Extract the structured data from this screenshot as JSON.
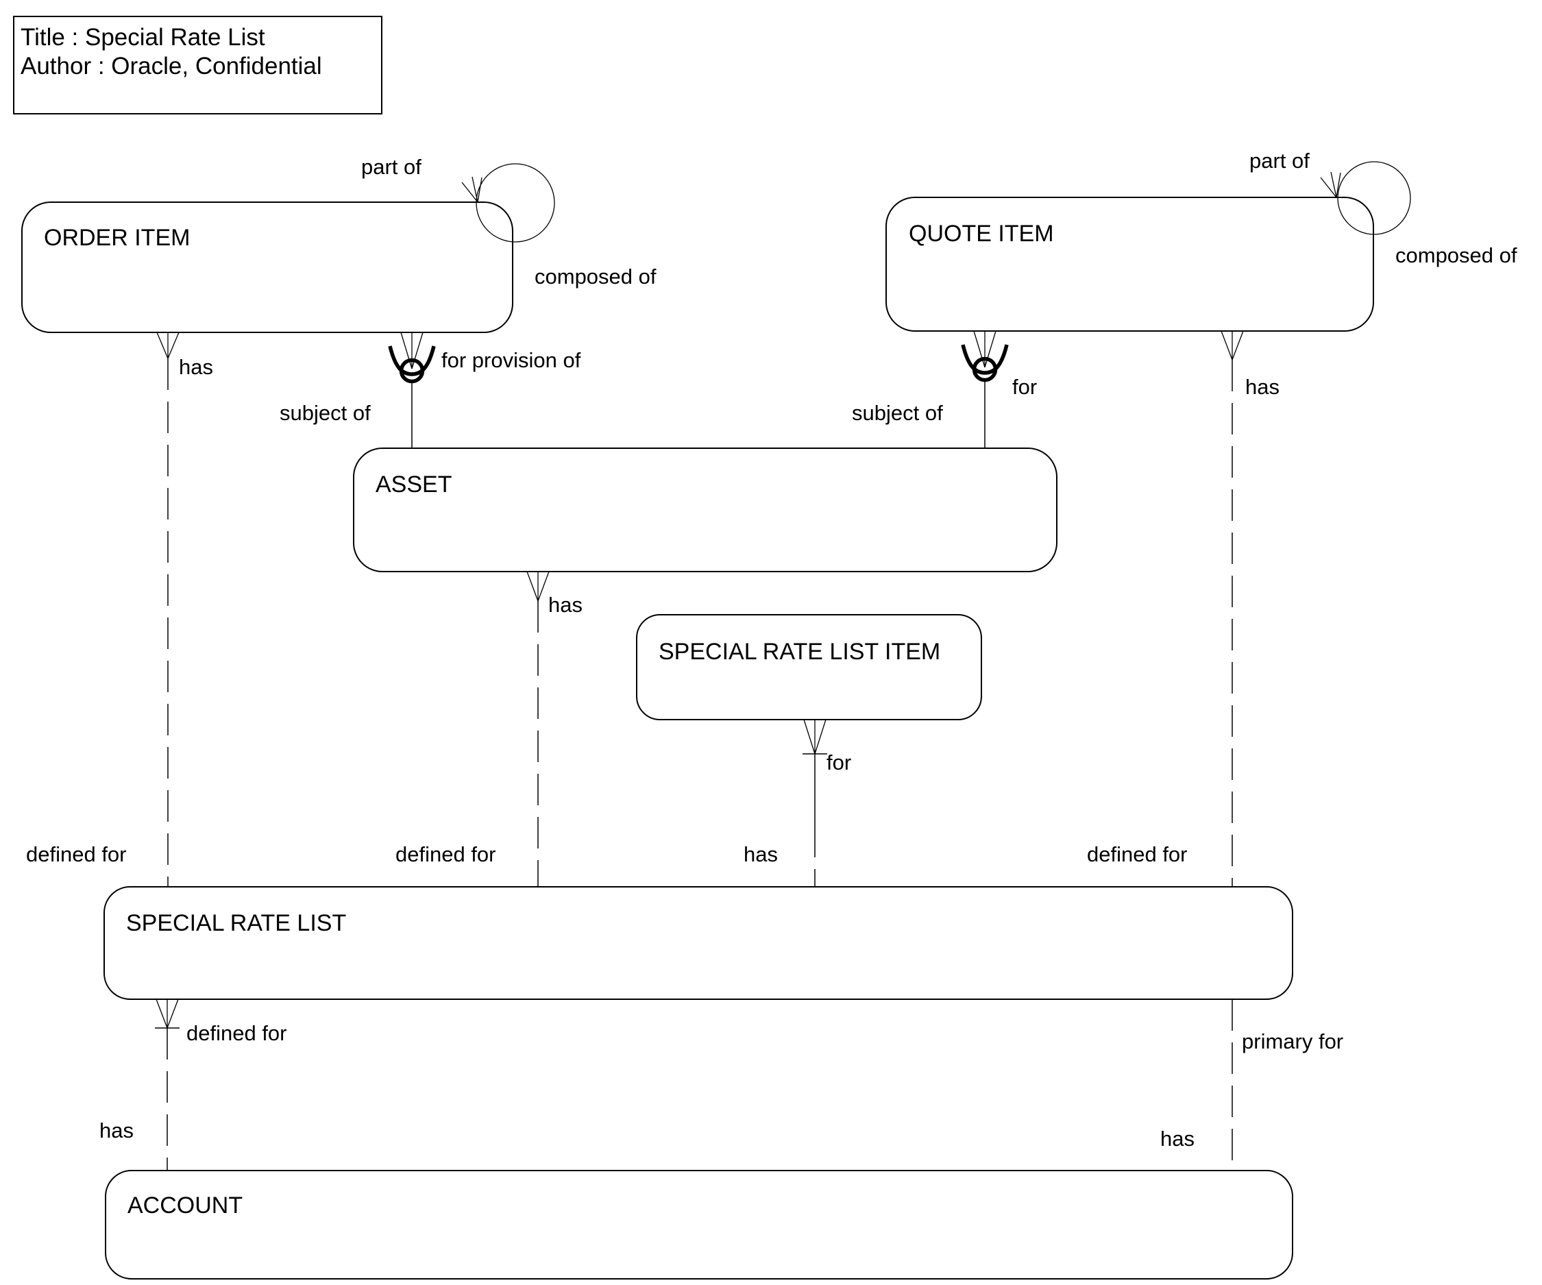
{
  "colors": {
    "line": "#000000",
    "background": "#ffffff",
    "text": "#000000"
  },
  "title_block": {
    "title_line": "Title : Special Rate List",
    "author_line": "Author : Oracle, Confidential"
  },
  "entities": {
    "order_item": {
      "name": "ORDER ITEM"
    },
    "quote_item": {
      "name": "QUOTE ITEM"
    },
    "asset": {
      "name": "ASSET"
    },
    "special_rate_list_item": {
      "name": "SPECIAL RATE LIST ITEM"
    },
    "special_rate_list": {
      "name": "SPECIAL RATE LIST"
    },
    "account": {
      "name": "ACCOUNT"
    }
  },
  "relationships": {
    "order_item_self_loop": {
      "top_label": "part of",
      "side_label": "composed of"
    },
    "quote_item_self_loop": {
      "top_label": "part of",
      "side_label": "composed of"
    },
    "order_item_to_special_rate_list": {
      "near_label": "has",
      "far_label": "defined for"
    },
    "order_item_to_asset": {
      "near_label": "for provision of",
      "far_label": "subject of"
    },
    "quote_item_to_asset": {
      "near_label": "for",
      "far_label": "subject of"
    },
    "quote_item_to_special_rate_list": {
      "near_label": "has",
      "far_label": "defined for"
    },
    "asset_to_special_rate_list": {
      "near_label": "has",
      "far_label": "defined for"
    },
    "special_rate_list_item_to_special_rate_list": {
      "near_label": "for",
      "far_label": "has"
    },
    "special_rate_list_to_account_left": {
      "near_label": "defined for",
      "far_label": "has"
    },
    "special_rate_list_to_account_right": {
      "near_label": "primary for",
      "far_label": "has"
    }
  }
}
